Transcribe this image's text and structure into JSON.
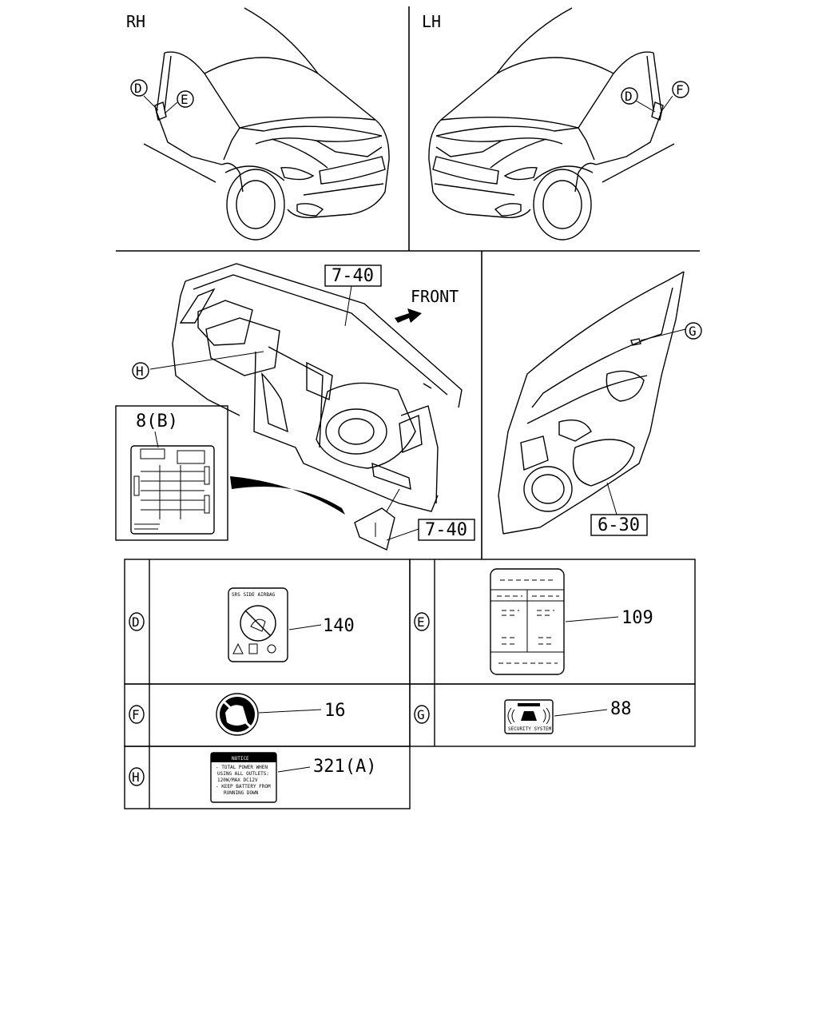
{
  "views": {
    "rh_label": "RH",
    "lh_label": "LH",
    "front_label": "FRONT"
  },
  "callouts": {
    "d": "D",
    "e": "E",
    "f": "F",
    "g": "G",
    "h": "H"
  },
  "refs": {
    "dash_top": "7-40",
    "dash_bottom": "7-40",
    "door": "6-30",
    "fuse_label": "8(B)"
  },
  "table": {
    "rows": [
      {
        "key": "D",
        "part": "140",
        "label_title": "SRS SIDE AIRBAG"
      },
      {
        "key": "E",
        "part": "109"
      },
      {
        "key": "F",
        "part": "16"
      },
      {
        "key": "G",
        "part": "88",
        "label_bottom": "SECURITY SYSTEM"
      },
      {
        "key": "H",
        "part": "321(A)",
        "label_title": "NOTICE",
        "label_lines": [
          "- TOTAL POWER WHEN",
          "USING ALL OUTLETS:",
          "120W/MAX DC12V",
          "- KEEP BATTERY FROM",
          "RUNNING DOWN"
        ]
      }
    ]
  }
}
